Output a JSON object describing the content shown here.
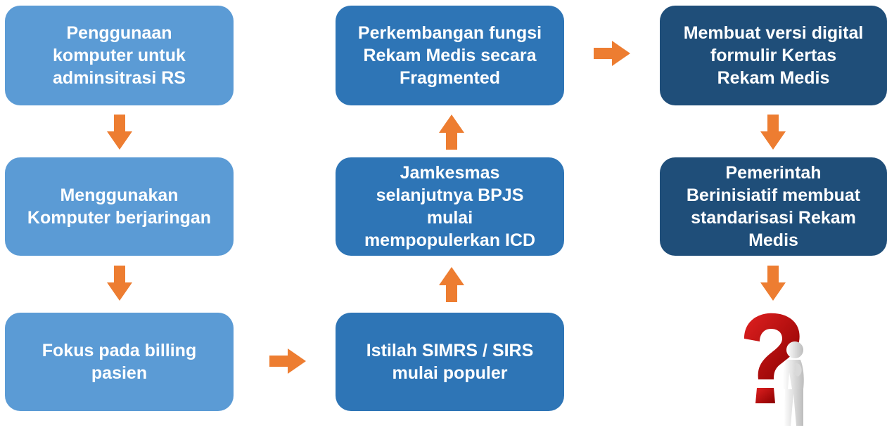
{
  "colors": {
    "light_blue": "#5b9bd5",
    "mid_blue": "#2e75b6",
    "dark_blue": "#1f4e79",
    "arrow_orange": "#ed7d31",
    "question_red": "#c00000"
  },
  "boxes": {
    "b1": "Penggunaan\nkomputer untuk\nadminsitrasi  RS",
    "b2": "Menggunakan\nKomputer berjaringan",
    "b3": "Fokus pada billing\npasien",
    "b4": "Perkembangan fungsi\nRekam Medis secara\nFragmented",
    "b5": "Jamkesmas\nselanjutnya BPJS\nmulai\nmempopulerkan ICD",
    "b6": "Istilah SIMRS / SIRS\nmulai populer",
    "b7": "Membuat versi digital\nformulir Kertas\nRekam Medis",
    "b8": "Pemerintah\nBerinisiatif  membuat\nstandarisasi Rekam\nMedis"
  },
  "icons": {
    "arrows": "arrow-icon",
    "figure": "thinking-person-question-mark-icon"
  }
}
